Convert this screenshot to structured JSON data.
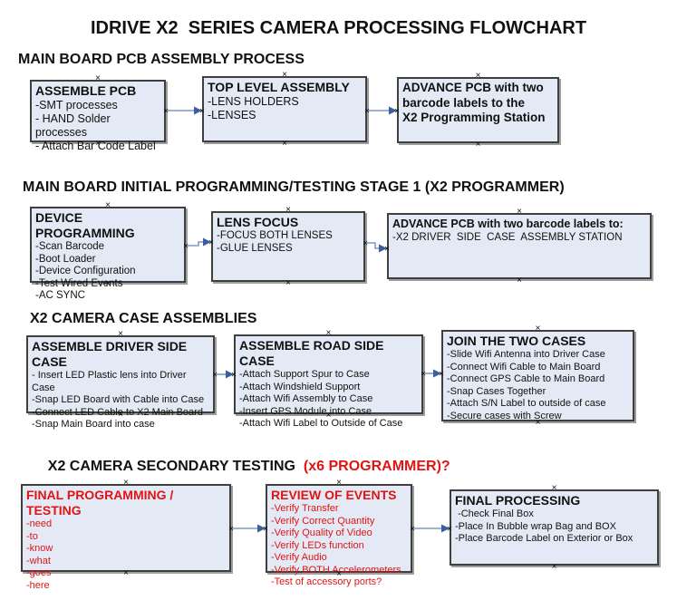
{
  "title": "IDRIVE X2  SERIES CAMERA PROCESSING FLOWCHART",
  "colors": {
    "box_fill": "#e3eaf5",
    "box_border": "#3f3f3f",
    "box_shadow": "#9e9e9e",
    "connector_line": "#7e99c6",
    "connector_arrow": "#3a5f9e",
    "red_text": "#e11414",
    "text": "#111111"
  },
  "icons": {
    "handle_glyph": "×"
  },
  "sections": [
    {
      "header": "MAIN BOARD PCB ASSEMBLY PROCESS",
      "boxes": [
        {
          "title": "ASSEMBLE PCB",
          "items": [
            "-SMT processes",
            "- HAND Solder processes",
            "- Attach Bar Code Label"
          ]
        },
        {
          "title": "TOP LEVEL ASSEMBLY",
          "items": [
            "-LENS HOLDERS",
            "-LENSES"
          ]
        },
        {
          "title": "ADVANCE PCB with two\nbarcode labels to the\n X2 Programming Station",
          "items": []
        }
      ]
    },
    {
      "header": "MAIN BOARD INITIAL PROGRAMMING/TESTING STAGE 1 (X2 PROGRAMMER)",
      "boxes": [
        {
          "title": "DEVICE PROGRAMMING",
          "items": [
            "-Scan Barcode",
            "-Boot Loader",
            "-Device Configuration",
            "-Test Wired Events",
            "-AC SYNC"
          ]
        },
        {
          "title": "LENS FOCUS",
          "items": [
            "-FOCUS BOTH LENSES",
            "-GLUE LENSES"
          ]
        },
        {
          "title": "ADVANCE PCB with two barcode labels to:",
          "items": [
            "-X2 DRIVER  SIDE  CASE  ASSEMBLY STATION"
          ]
        }
      ]
    },
    {
      "header": "X2 CAMERA CASE ASSEMBLIES",
      "boxes": [
        {
          "title": "ASSEMBLE DRIVER SIDE CASE",
          "items": [
            "- Insert LED Plastic lens into Driver Case",
            "-Snap LED Board with Cable into Case",
            "-Connect LED Cable to X2 Main Board",
            "-Snap Main Board into case"
          ]
        },
        {
          "title": "ASSEMBLE ROAD SIDE CASE",
          "items": [
            "-Attach Support Spur to Case",
            "-Attach Windshield Support",
            "-Attach Wifi Assembly to Case",
            "-Insert GPS Module into Case",
            "-Attach Wifi Label to Outside of Case"
          ]
        },
        {
          "title": "JOIN THE TWO CASES",
          "items": [
            "-Slide Wifi Antenna into Driver Case",
            "-Connect Wifi Cable to Main Board",
            "-Connect GPS Cable to Main Board",
            "-Snap Cases Together",
            "-Attach S/N Label to outside of case",
            "-Secure cases with Screw"
          ]
        }
      ]
    },
    {
      "header": "X2 CAMERA SECONDARY TESTING ",
      "header_suffix": " (x6 PROGRAMMER)?",
      "boxes": [
        {
          "title": "FINAL PROGRAMMING / TESTING",
          "items": [
            "-need",
            "-to",
            "-know",
            "-what",
            "-goes",
            "-here"
          ]
        },
        {
          "title": "REVIEW OF EVENTS",
          "items": [
            "-Verify Transfer",
            "-Verify Correct Quantity",
            "-Verify Quality of Video",
            "-Verify LEDs function",
            "-Verify Audio",
            "-Verify BOTH Accelerometers",
            "-Test of accessory ports?"
          ]
        },
        {
          "title": "FINAL PROCESSING",
          "items": [
            " -Check Final Box",
            "-Place In Bubble wrap Bag and BOX",
            "-Place Barcode Label on Exterior or Box"
          ]
        }
      ]
    }
  ]
}
